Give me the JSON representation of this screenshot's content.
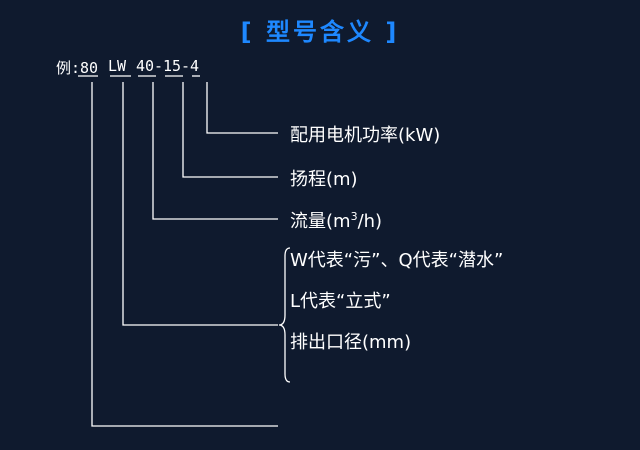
{
  "title": "[ 型号含义 ]",
  "example": {
    "prefix": "例:80",
    "type_code": "LW",
    "flow": "40",
    "head": "15",
    "power": "4",
    "sep1": "-",
    "sep2": "-"
  },
  "labels": {
    "power": "配用电机功率(kW)",
    "head": "扬程(m)",
    "flow_pre": "流量(m",
    "flow_sup": "3",
    "flow_post": "/h)",
    "w_meaning": "W代表“污”、Q代表“潜水”",
    "l_meaning": "L代表“立式”",
    "diameter": "排出口径(mm)"
  },
  "colors": {
    "background": "#0f1a2e",
    "title": "#1e88ff",
    "lines": "#ffffff"
  }
}
